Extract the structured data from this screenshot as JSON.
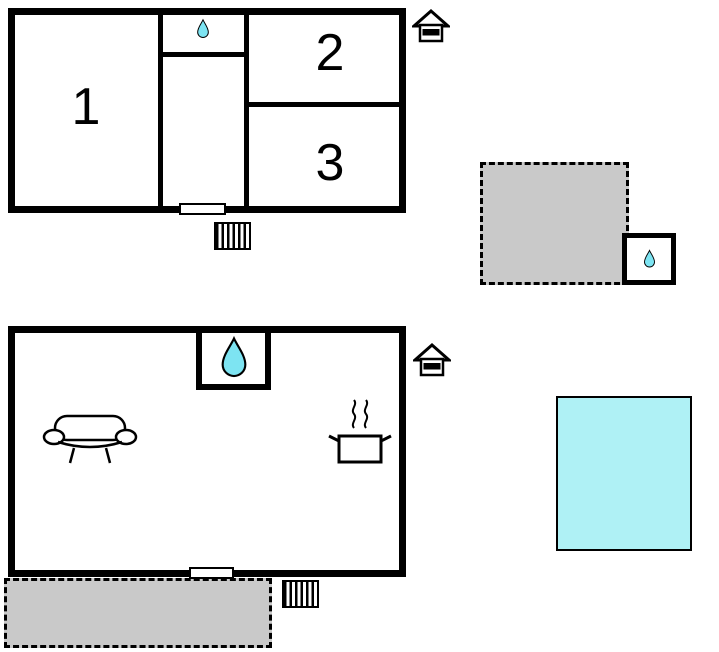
{
  "colors": {
    "wall": "#000000",
    "plan_bg": "#ffffff",
    "drop_fill": "#7de4f2",
    "terrace_fill": "#c9c9c9",
    "pool_fill": "#aff1f5"
  },
  "upper_floor": {
    "rooms": [
      {
        "label": "1"
      },
      {
        "label": "2"
      },
      {
        "label": "3"
      }
    ]
  },
  "icons": {
    "water_drop": "water-drop-icon",
    "house": "house-icon",
    "stairs": "stairs-icon",
    "sofa": "sofa-icon",
    "cooking_pot": "cooking-pot-icon",
    "door": "door-opening"
  }
}
